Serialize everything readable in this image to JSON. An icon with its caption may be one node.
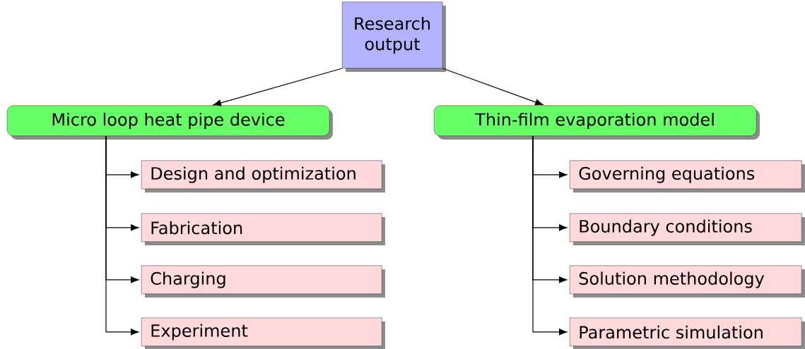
{
  "diagram": {
    "nodes": [
      {
        "text": [
          "Research output"
        ]
      },
      {
        "text": [
          "Micro loop heat pipe device"
        ]
      },
      {
        "text": [
          "Thin-film evaporation model"
        ]
      },
      {
        "text": [
          "Design and optimization"
        ]
      },
      {
        "text": [
          "Fabrication"
        ]
      },
      {
        "text": [
          "Charging"
        ]
      },
      {
        "text": [
          "Experiment"
        ]
      },
      {
        "text": [
          "Governing equations"
        ]
      },
      {
        "text": [
          "Boundary conditions"
        ]
      },
      {
        "text": [
          "Solution methodology"
        ]
      },
      {
        "text": [
          "Parametric simulation"
        ]
      }
    ],
    "edges": [
      {
        "from": 0,
        "to": 1,
        "arrow": "to"
      },
      {
        "from": 0,
        "to": 2,
        "arrow": "to"
      },
      {
        "from": 1,
        "to": 3,
        "arrow": "to"
      },
      {
        "from": 1,
        "to": 4,
        "arrow": "to"
      },
      {
        "from": 1,
        "to": 5,
        "arrow": "to"
      },
      {
        "from": 1,
        "to": 6,
        "arrow": "to"
      },
      {
        "from": 2,
        "to": 7,
        "arrow": "to"
      },
      {
        "from": 2,
        "to": 8,
        "arrow": "to"
      },
      {
        "from": 2,
        "to": 9,
        "arrow": "to"
      },
      {
        "from": 2,
        "to": 10,
        "arrow": "to"
      }
    ]
  }
}
